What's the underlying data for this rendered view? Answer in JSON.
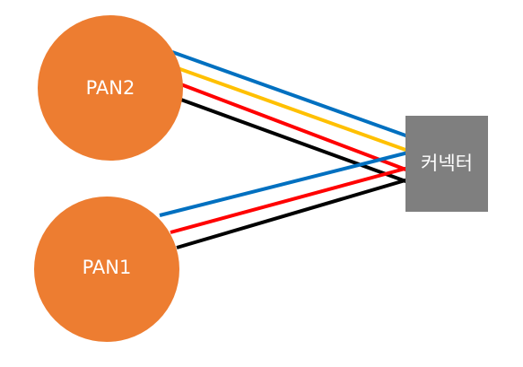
{
  "nodes": {
    "pan2": {
      "label": "PAN2",
      "color": "#ED7D31"
    },
    "pan1": {
      "label": "PAN1",
      "color": "#ED7D31"
    },
    "connector": {
      "label": "커넥터",
      "color": "#7F7F7F"
    }
  },
  "wires": {
    "blue": "#0070C0",
    "yellow": "#FFC000",
    "red": "#FF0000",
    "black": "#000000"
  }
}
